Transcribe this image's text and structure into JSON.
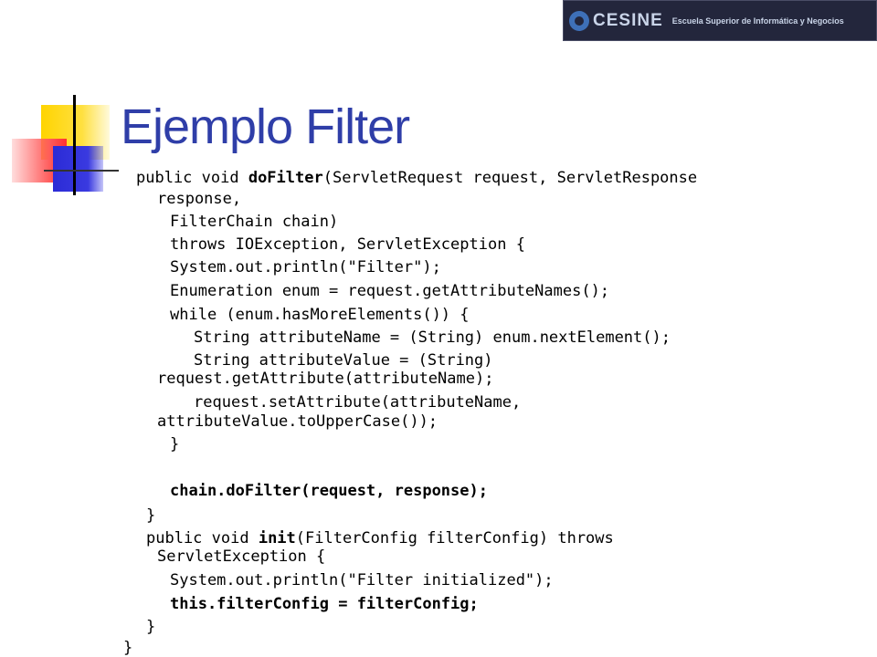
{
  "slide": {
    "title": "Ejemplo Filter",
    "logo": {
      "brand": "CESINE",
      "subtitle": "Escuela Superior de Informática y Negocios"
    }
  },
  "code": [
    {
      "text": "public void ",
      "bold_part": "doFilter",
      "rest": "(ServletRequest request, ServletResponse"
    },
    {
      "text": "response,"
    },
    {
      "text": "FilterChain chain)"
    },
    {
      "text": "throws IOException, ServletException {"
    },
    {
      "text": "System.out.println(\"Filter\");"
    },
    {
      "text": "Enumeration enum = request.getAttributeNames();"
    },
    {
      "text": "while (enum.hasMoreElements()) {"
    },
    {
      "text": "String attributeName = (String) enum.nextElement();"
    },
    {
      "text": "String attributeValue = (String)"
    },
    {
      "text": "request.getAttribute(attributeName);"
    },
    {
      "text": "request.setAttribute(attributeName,"
    },
    {
      "text": "attributeValue.toUpperCase());"
    },
    {
      "text": "}"
    },
    {
      "text": "chain.doFilter(request, response);"
    },
    {
      "text": "}"
    },
    {
      "text": "public void ",
      "bold_part": "init",
      "rest": "(FilterConfig filterConfig) throws"
    },
    {
      "text": "ServletException {"
    },
    {
      "text": "System.out.println(\"Filter initialized\");"
    },
    {
      "text": "this.filterConfig = filterConfig;"
    },
    {
      "text": "}"
    },
    {
      "text": "}"
    }
  ]
}
